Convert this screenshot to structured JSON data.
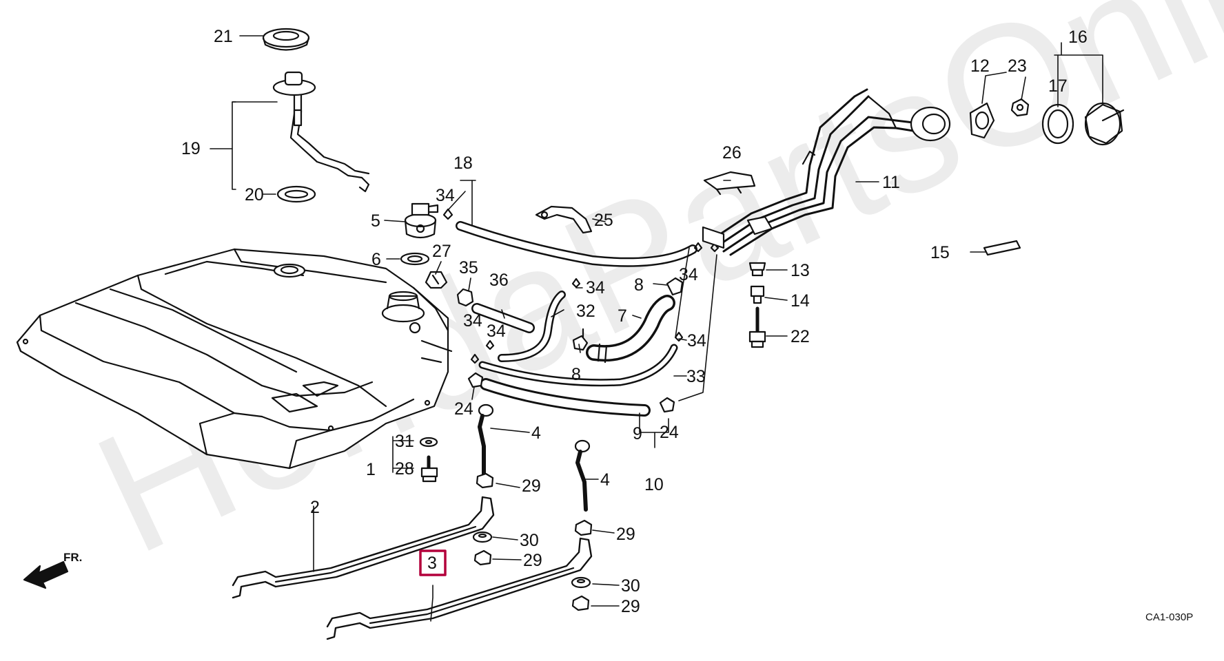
{
  "diagram": {
    "callouts": [
      {
        "id": "c1",
        "text": "1"
      },
      {
        "id": "c2",
        "text": "2"
      },
      {
        "id": "c3",
        "text": "3"
      },
      {
        "id": "c4a",
        "text": "4"
      },
      {
        "id": "c4b",
        "text": "4"
      },
      {
        "id": "c5",
        "text": "5"
      },
      {
        "id": "c6",
        "text": "6"
      },
      {
        "id": "c7",
        "text": "7"
      },
      {
        "id": "c8a",
        "text": "8"
      },
      {
        "id": "c8b",
        "text": "8"
      },
      {
        "id": "c9",
        "text": "9"
      },
      {
        "id": "c10",
        "text": "10"
      },
      {
        "id": "c11",
        "text": "11"
      },
      {
        "id": "c12",
        "text": "12"
      },
      {
        "id": "c13",
        "text": "13"
      },
      {
        "id": "c14",
        "text": "14"
      },
      {
        "id": "c15",
        "text": "15"
      },
      {
        "id": "c16",
        "text": "16"
      },
      {
        "id": "c17",
        "text": "17"
      },
      {
        "id": "c18",
        "text": "18"
      },
      {
        "id": "c19",
        "text": "19"
      },
      {
        "id": "c20",
        "text": "20"
      },
      {
        "id": "c21",
        "text": "21"
      },
      {
        "id": "c22",
        "text": "22"
      },
      {
        "id": "c23",
        "text": "23"
      },
      {
        "id": "c24a",
        "text": "24"
      },
      {
        "id": "c24b",
        "text": "24"
      },
      {
        "id": "c25",
        "text": "25"
      },
      {
        "id": "c26",
        "text": "26"
      },
      {
        "id": "c27",
        "text": "27"
      },
      {
        "id": "c28",
        "text": "28"
      },
      {
        "id": "c29a",
        "text": "29"
      },
      {
        "id": "c29b",
        "text": "29"
      },
      {
        "id": "c29c",
        "text": "29"
      },
      {
        "id": "c29d",
        "text": "29"
      },
      {
        "id": "c30a",
        "text": "30"
      },
      {
        "id": "c30b",
        "text": "30"
      },
      {
        "id": "c31",
        "text": "31"
      },
      {
        "id": "c32",
        "text": "32"
      },
      {
        "id": "c33",
        "text": "33"
      },
      {
        "id": "c34a",
        "text": "34"
      },
      {
        "id": "c34b",
        "text": "34"
      },
      {
        "id": "c34c",
        "text": "34"
      },
      {
        "id": "c34d",
        "text": "34"
      },
      {
        "id": "c34e",
        "text": "34"
      },
      {
        "id": "c34f",
        "text": "34"
      },
      {
        "id": "c35",
        "text": "35"
      },
      {
        "id": "c36",
        "text": "36"
      }
    ],
    "highlighted_part": "3",
    "front_arrow_label": "FR.",
    "code": "CA1-030P",
    "watermark": "HondaPartsOnline.ru",
    "colors": {
      "line": "#111111",
      "highlight": "#b3003b",
      "background": "#ffffff"
    }
  }
}
